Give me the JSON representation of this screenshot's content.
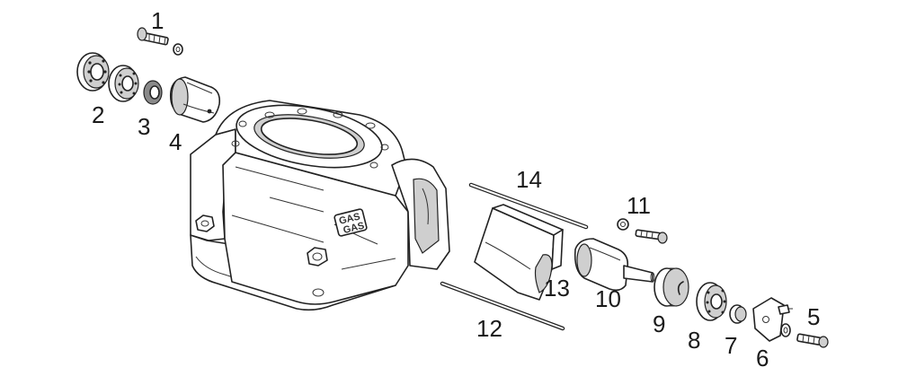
{
  "callouts": {
    "c1": "1",
    "c2": "2",
    "c3": "3",
    "c4": "4",
    "c5": "5",
    "c6": "6",
    "c7": "7",
    "c8": "8",
    "c9": "9",
    "c10": "10",
    "c11": "11",
    "c12": "12",
    "c13": "13",
    "c14": "14"
  },
  "logo": {
    "line1": "GAS",
    "line2": "GAS"
  }
}
